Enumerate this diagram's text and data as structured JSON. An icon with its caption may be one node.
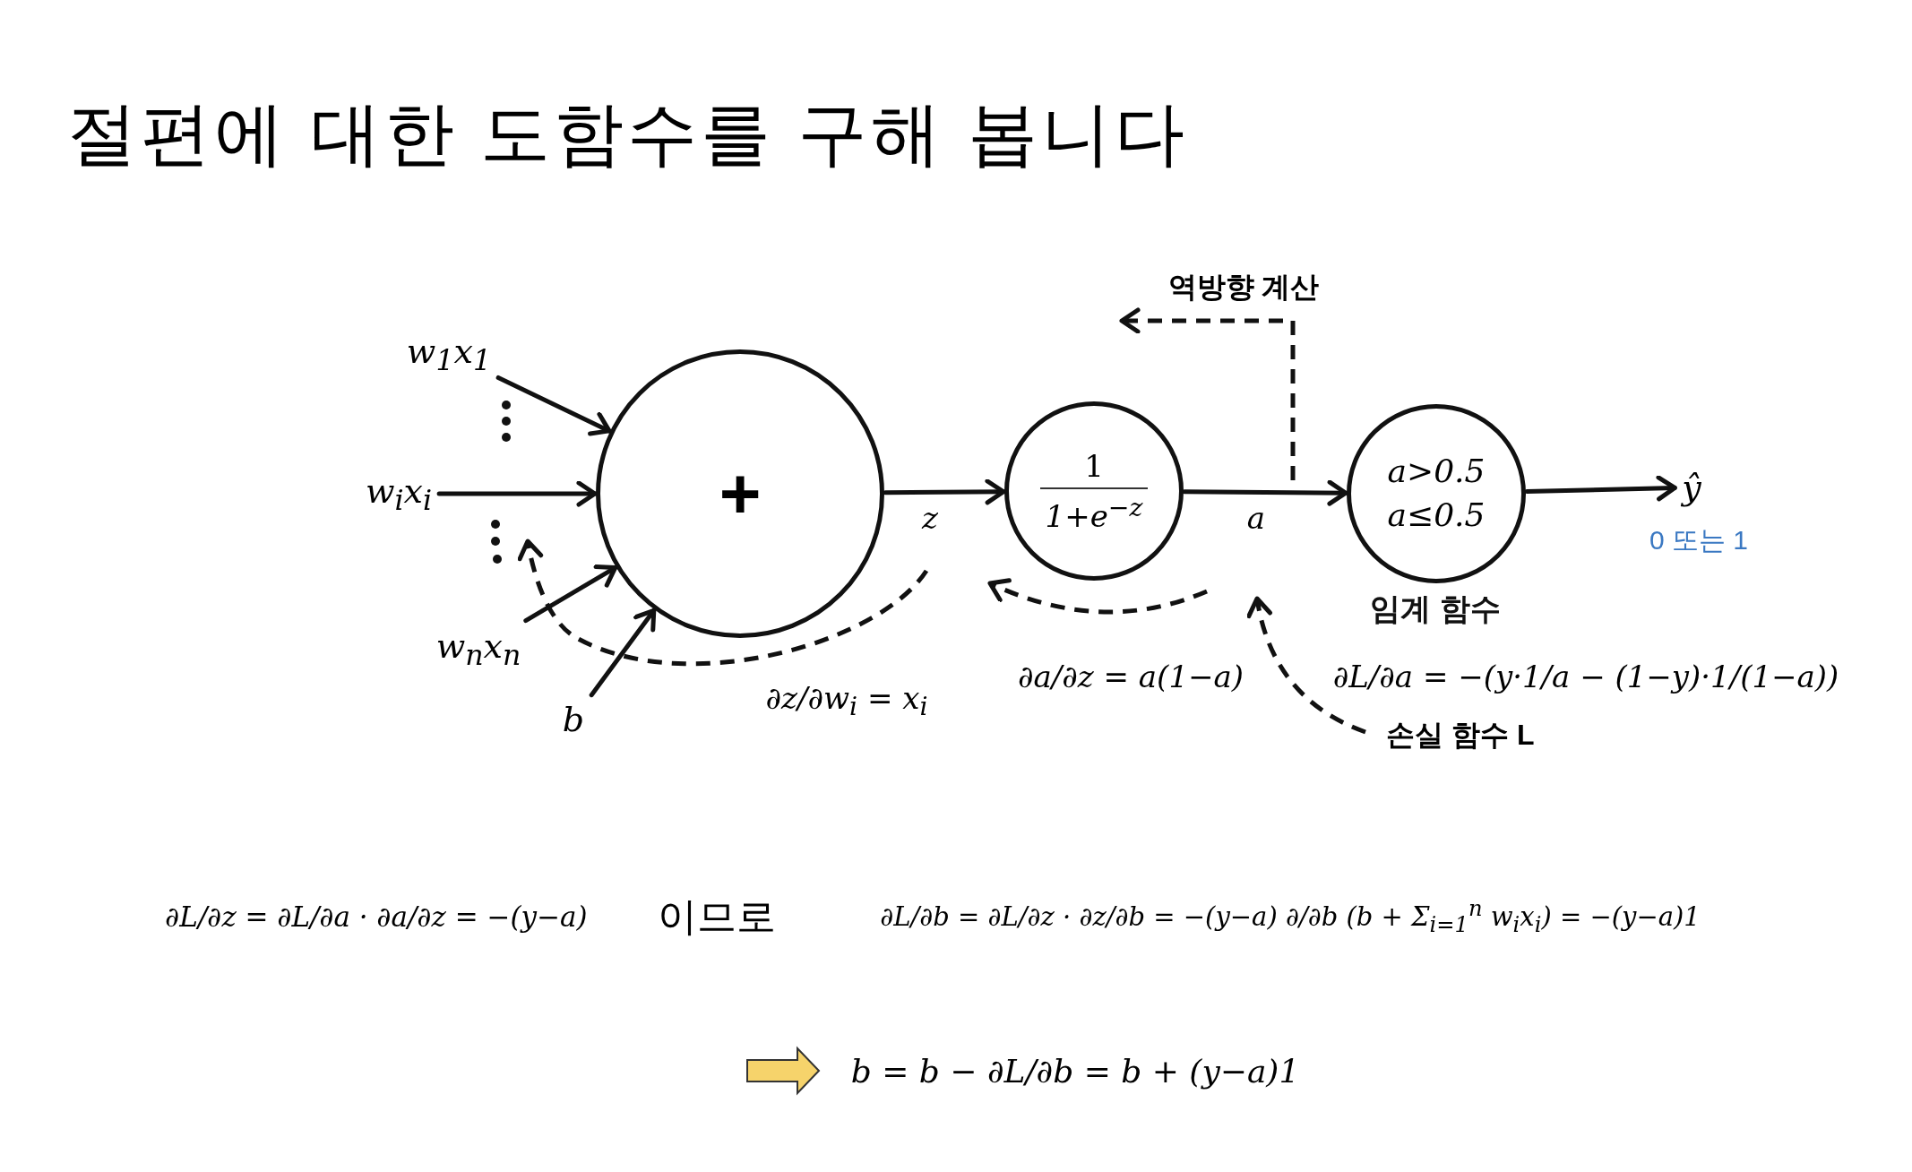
{
  "diagram": {
    "title": "절편에 대한 도함수를 구해 봅니다",
    "nodes": [
      {
        "text": [
          "+"
        ]
      },
      {
        "text": [
          "1",
          "1+e$^{−z}$"
        ]
      },
      {
        "text": [
          "a>0.5",
          "a≤0.5"
        ],
        "beside": [
          "임계 함수"
        ]
      },
      {
        "text": [
          "w$_{1}$x$_{1}$"
        ]
      },
      {
        "text": [
          "w$_{i}$x$_{i}$"
        ]
      },
      {
        "text": [
          "w$_{n}$x$_{n}$"
        ]
      },
      {
        "text": [
          "b"
        ]
      },
      {
        "text": [
          "ŷ"
        ],
        "beside": [
          "0 또는 1"
        ]
      }
    ],
    "edges": [
      {
        "from": 3,
        "to": 0,
        "arrow": "to"
      },
      {
        "from": 4,
        "to": 0,
        "arrow": "to"
      },
      {
        "from": 5,
        "to": 0,
        "arrow": "to"
      },
      {
        "from": 6,
        "to": 0,
        "arrow": "to"
      },
      {
        "from": 0,
        "to": 1,
        "arrow": "to",
        "label": "z"
      },
      {
        "from": 1,
        "to": 2,
        "arrow": "to",
        "label": "a"
      },
      {
        "from": 2,
        "to": 7,
        "arrow": "to"
      }
    ],
    "labels": [
      "역방향 계산",
      "∂z/∂w$_{i}$ = x$_{i}$",
      "∂a/∂z = a(1−a)",
      "∂L/∂a = −(y·1/a − (1−y)·1/(1−a))",
      "손실 함수 L",
      "∂L/∂z = ∂L/∂a · ∂a/∂z = −(y−a)",
      "이므로",
      "∂L/∂b = ∂L/∂z · ∂z/∂b = −(y−a) ∂/∂b (b + Σ$_{i=1}$$^{n}$ w$_{i}$x$_{i}$) = −(y−a)1",
      "b = b − ∂L/∂b = b + (y−a)1"
    ]
  }
}
